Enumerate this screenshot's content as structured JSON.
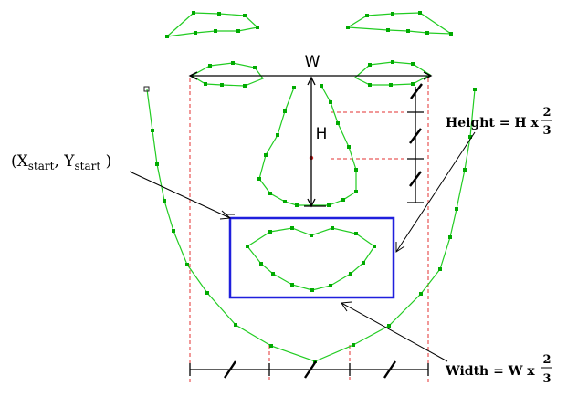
{
  "figure": {
    "labels": {
      "w": "W",
      "h": "H",
      "start": {
        "open": "(X",
        "x_sub": "start",
        "sep": ", Y",
        "y_sub": "start",
        "close": " )"
      },
      "height_formula": {
        "prefix": "Height = H x",
        "num": "2",
        "den": "3"
      },
      "width_formula": {
        "prefix": "Width = W x",
        "num": "2",
        "den": "3"
      }
    },
    "colors": {
      "landmark_line": "#22cc22",
      "landmark_point": "#00aa00",
      "mouth_box": "#1f1fdd",
      "guide_line": "#e33030",
      "annotation": "#000000"
    }
  }
}
